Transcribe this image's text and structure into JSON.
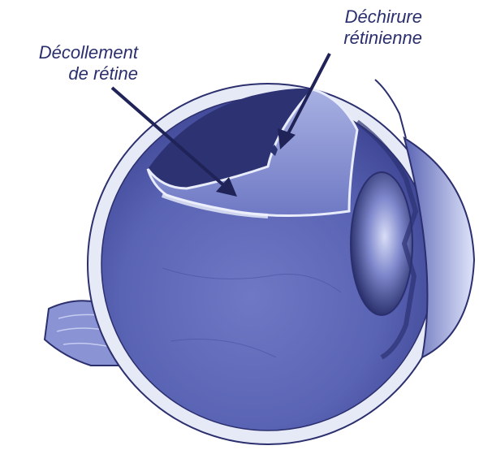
{
  "labels": {
    "detachment": [
      "Décollement",
      "de rétine"
    ],
    "tear": [
      "Déchirure",
      "rétinienne"
    ]
  },
  "colors": {
    "eye_fill": "#5a64b4",
    "eye_dark": "#2c3272",
    "sclera": "#e6e9f6",
    "outline": "#2b2f6e",
    "highlight": "#c9d0f0",
    "label_text": "#2b2f6e",
    "arrow": "#1f2358"
  },
  "icons": {
    "arrow_detachment": "pointer-arrow",
    "arrow_tear": "pointer-arrow"
  }
}
